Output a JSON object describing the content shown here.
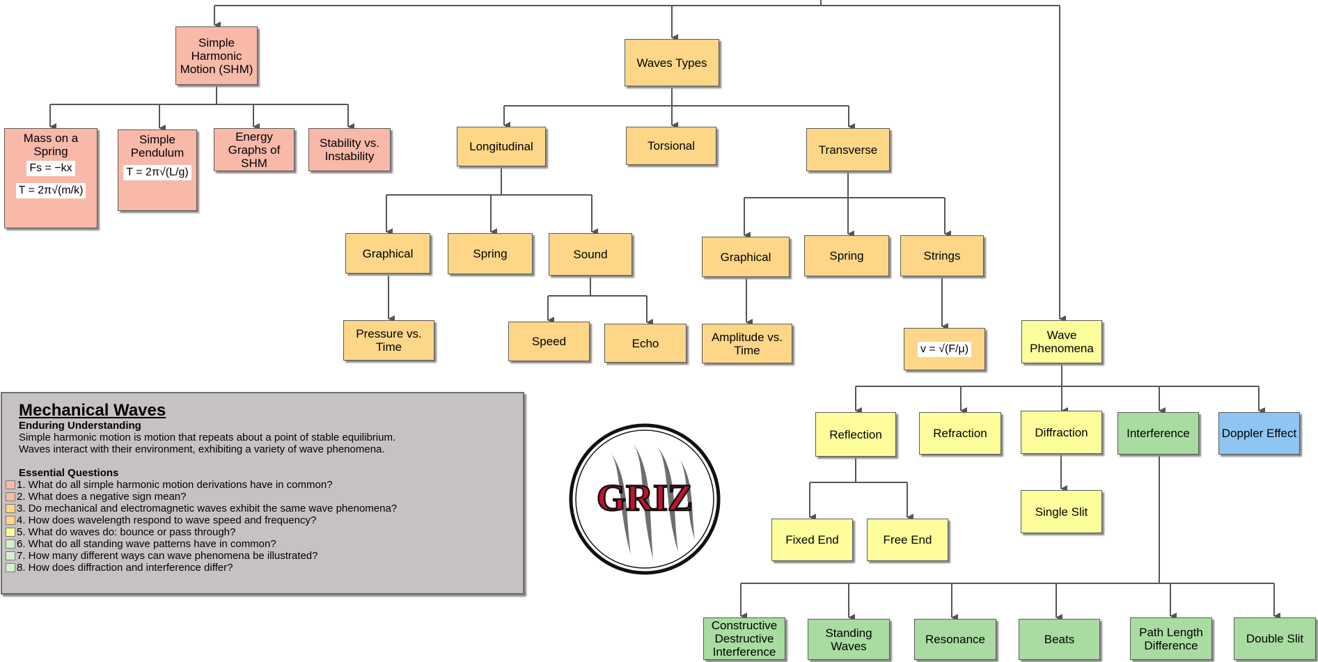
{
  "colors": {
    "salmon": "#f8b9a9",
    "orange": "#fdd688",
    "yellow": "#fdfd9c",
    "green": "#a8dca0",
    "blue": "#8ec5f2",
    "panel": "#c6c2c2",
    "connector": "#555555"
  },
  "nodes": {
    "shm": "Simple Harmonic Motion (SHM)",
    "mass_spring": "Mass on a Spring",
    "mass_spring_f1": "Fs = −kx",
    "mass_spring_f2": "T = 2π√(m/k)",
    "simple_pendulum": "Simple Pendulum",
    "pendulum_f": "T = 2π√(L/g)",
    "energy_graphs": "Energy Graphs of SHM",
    "stability": "Stability vs. Instability",
    "wave_types": "Waves Types",
    "longitudinal": "Longitudinal",
    "torsional": "Torsional",
    "transverse": "Transverse",
    "long_graphical": "Graphical",
    "long_spring": "Spring",
    "sound": "Sound",
    "pressure_time": "Pressure vs. Time",
    "speed": "Speed",
    "echo": "Echo",
    "trans_graphical": "Graphical",
    "trans_spring": "Spring",
    "strings": "Strings",
    "amplitude_time": "Amplitude vs. Time",
    "strings_f": "v = √(F/μ)",
    "wave_phenomena": "Wave Phenomena",
    "reflection": "Reflection",
    "refraction": "Refraction",
    "diffraction": "Diffraction",
    "interference": "Interference",
    "doppler": "Doppler Effect",
    "fixed_end": "Fixed End",
    "free_end": "Free End",
    "single_slit": "Single Slit",
    "constructive": "Constructive Destructive Interference",
    "standing": "Standing Waves",
    "resonance": "Resonance",
    "beats": "Beats",
    "path_length": "Path Length Difference",
    "double_slit": "Double Slit"
  },
  "info": {
    "title": "Mechanical Waves",
    "eu_heading": "Enduring Understanding",
    "eu_line1": "Simple harmonic motion is motion that repeats about a point of stable equilibrium.",
    "eu_line2": "Waves interact with their environment, exhibiting a variety of wave phenomena.",
    "eq_heading": "Essential Questions",
    "questions": [
      {
        "text": "1. What do all simple harmonic motion derivations have in common?",
        "color": "#f8b9a9"
      },
      {
        "text": "2. What does a negative sign mean?",
        "color": "#f8b9a9"
      },
      {
        "text": "3. Do mechanical and electromagnetic waves exhibit the same wave phenomena?",
        "color": "#fdd688"
      },
      {
        "text": "4. How does wavelength respond to wave speed and frequency?",
        "color": "#fdd688"
      },
      {
        "text": "5. What do waves do: bounce or pass through?",
        "color": "#fdfd9c"
      },
      {
        "text": "6. What do all standing wave patterns have in common?",
        "color": "#d7f0d0"
      },
      {
        "text": "7. How many different ways can wave phenomena be illustrated?",
        "color": "#d7f0d0"
      },
      {
        "text": "8. How does diffraction and interference differ?",
        "color": "#d7f0d0"
      }
    ]
  },
  "logo_text": "GRIZ"
}
